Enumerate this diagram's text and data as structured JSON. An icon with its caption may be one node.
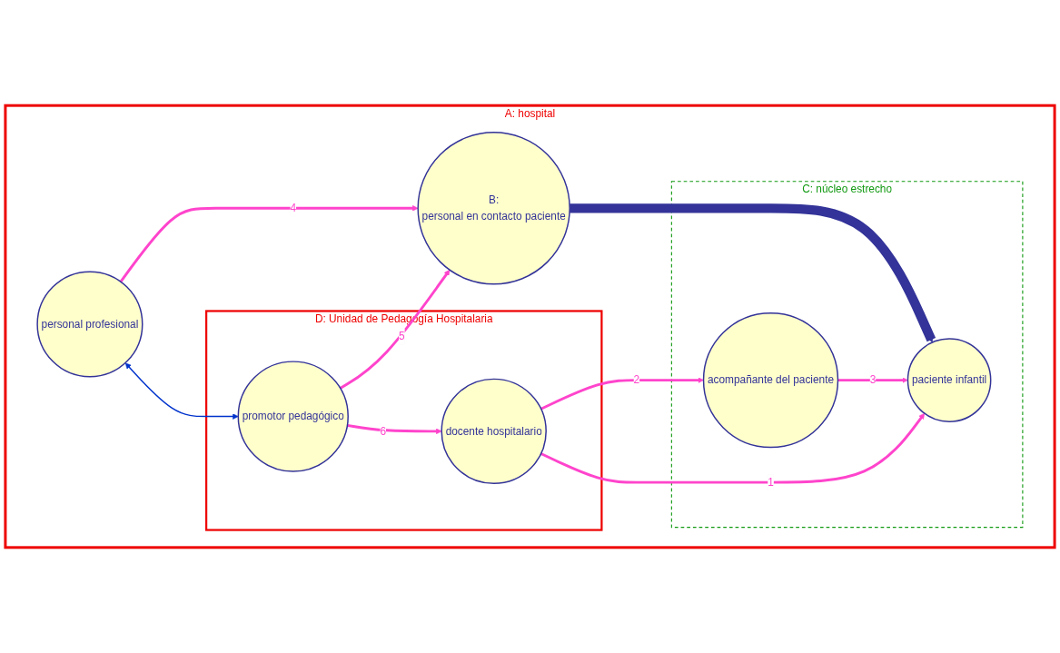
{
  "diagram": {
    "nodes": [
      {
        "text": [
          "A: hospital"
        ]
      },
      {
        "text": [
          "B:",
          "personal en contacto paciente"
        ],
        "in": 0
      },
      {
        "text": [
          "C: núcleo estrecho"
        ],
        "in": 0
      },
      {
        "text": [
          "paciente infantil"
        ],
        "in": 2
      },
      {
        "text": [
          "acompañante del paciente"
        ],
        "in": 2
      },
      {
        "text": [
          "personal profesional"
        ],
        "in": 0
      },
      {
        "text": [
          "D: Unidad de Pedagogía Hospitalaria"
        ],
        "in": 0
      },
      {
        "text": [
          "promotor pedagógico"
        ],
        "in": 6
      },
      {
        "text": [
          "docente hospitalario"
        ],
        "in": 6
      }
    ],
    "edges": [
      {
        "from": 1,
        "to": 3,
        "arrow": "to",
        "style": "thick",
        "color": "#333399"
      },
      {
        "from": 4,
        "to": 3,
        "arrow": "to",
        "label": "3"
      },
      {
        "from": 8,
        "to": 3,
        "arrow": "to",
        "label": "1"
      },
      {
        "from": 8,
        "to": 4,
        "arrow": "to",
        "label": "2"
      },
      {
        "from": 5,
        "to": 1,
        "arrow": "to",
        "label": "4"
      },
      {
        "from": 7,
        "to": 1,
        "arrow": "to",
        "label": "5"
      },
      {
        "from": 7,
        "to": 8,
        "arrow": "to",
        "label": "6"
      },
      {
        "from": 5,
        "to": 7,
        "arrow": "both",
        "color": "#0033cc"
      }
    ]
  }
}
